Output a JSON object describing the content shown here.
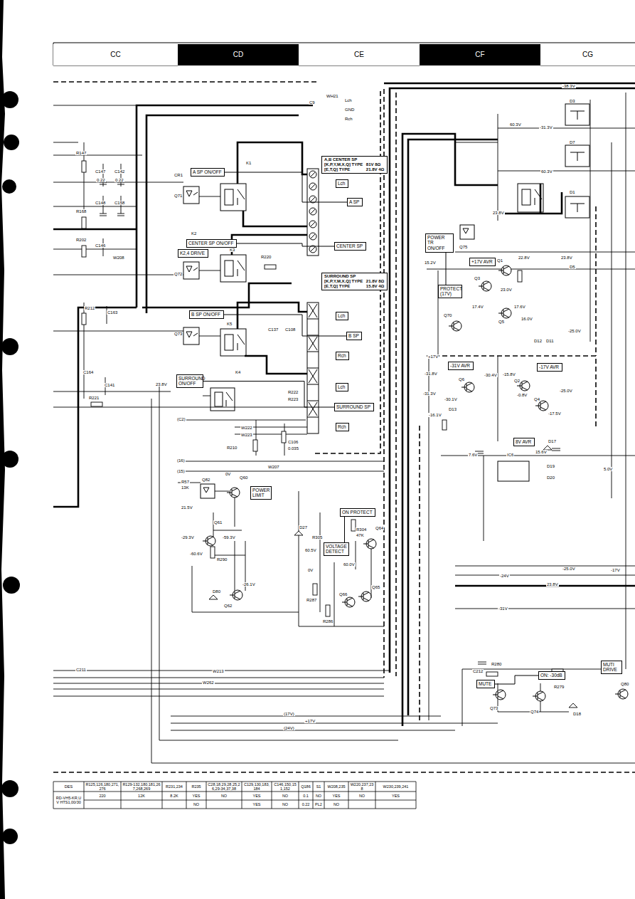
{
  "diagram": {
    "nodes": [
      {
        "text": [
          "CC"
        ]
      },
      {
        "text": [
          "CD"
        ]
      },
      {
        "text": [
          "CE"
        ]
      },
      {
        "text": [
          "CF"
        ]
      },
      {
        "text": [
          "CG"
        ]
      },
      {
        "text": [
          "A SP ON/OFF"
        ]
      },
      {
        "text": [
          "CENTER SP ON/OFF"
        ]
      },
      {
        "text": [
          "K2,4 DRIVE"
        ]
      },
      {
        "text": [
          "B SP ON/OFF"
        ]
      },
      {
        "text": [
          "SURROUND ON/OFF"
        ]
      },
      {
        "text": [
          "A,B CENTER SP",
          "[K,P,Y,M,X,Q] TYPE",
          "81V 8Ω",
          "[E,T,Q] TYPE",
          "21.8V 4Ω"
        ]
      },
      {
        "text": [
          "SURROUND SP",
          "[K,P,Y,M,X,Q] TYPE",
          "21.8V 8Ω",
          "[E,T,Q] TYPE",
          "15.8V 4Ω"
        ]
      },
      {
        "text": [
          "Lch"
        ]
      },
      {
        "text": [
          "A SP"
        ]
      },
      {
        "text": [
          "CENTER SP"
        ]
      },
      {
        "text": [
          "Lch"
        ]
      },
      {
        "text": [
          "B SP"
        ]
      },
      {
        "text": [
          "Rch"
        ]
      },
      {
        "text": [
          "Lch"
        ]
      },
      {
        "text": [
          "SURROUND SP"
        ]
      },
      {
        "text": [
          "Rch"
        ]
      },
      {
        "text": [
          "POWER LIMIT"
        ]
      },
      {
        "text": [
          "ON PROTECT"
        ]
      },
      {
        "text": [
          "VOLTAGE DETECT"
        ]
      },
      {
        "text": [
          "POWER TR ON/OFF"
        ]
      },
      {
        "text": [
          "PROTECT (17V)"
        ]
      },
      {
        "text": [
          "+17V AVR"
        ]
      },
      {
        "text": [
          "-31V AVR"
        ]
      },
      {
        "text": [
          "-17V AVR"
        ]
      },
      {
        "text": [
          "8V AVR"
        ]
      },
      {
        "text": [
          "MUTE"
        ]
      },
      {
        "text": [
          "ON: -30dB"
        ]
      },
      {
        "text": [
          "MUTI DRIVE"
        ]
      }
    ],
    "edges": [
      {
        "from": 5,
        "to": 13,
        "arrow": "none"
      },
      {
        "from": 6,
        "to": 14,
        "arrow": "none"
      },
      {
        "from": 8,
        "to": 16,
        "arrow": "none"
      },
      {
        "from": 9,
        "to": 19,
        "arrow": "none"
      },
      {
        "from": 23,
        "to": 22,
        "arrow": "none"
      },
      {
        "from": 24,
        "to": 25,
        "arrow": "none"
      },
      {
        "from": 30,
        "to": 31,
        "arrow": "none"
      }
    ],
    "labels": [
      "WH21",
      "Lch",
      "GND",
      "Rch",
      "C9",
      "R147",
      "C147",
      "C142",
      "0.22",
      "0.22",
      "R168",
      "C148",
      "C158",
      "R202",
      "C146",
      "W208",
      "R212",
      "C163",
      "C164",
      "C141",
      "R221",
      "CR1",
      "K1",
      "Q71",
      "K2",
      "Q72",
      "K3",
      "Q73",
      "K5",
      "K4",
      "23.8V",
      "R220",
      "C137",
      "C108",
      "R222",
      "R223",
      "W222",
      "W223",
      "R210",
      "C106",
      "0.035",
      "W207",
      "(C2)",
      "(16)",
      "(15)",
      "0V",
      "R57",
      "13K",
      "Q82",
      "Q60",
      "21.5V",
      "Q61",
      "-29.3V",
      "-59.3V",
      "-60.6V",
      "R290",
      "-26.1V",
      "D80",
      "Q62",
      "D27",
      "R305",
      "60.5V",
      "60.0V",
      "R304",
      "47K",
      "Q64",
      "0V",
      "Q65",
      "Q66",
      "R287",
      "R286",
      "C211",
      "W213",
      "W262",
      "(17V)",
      "+17V",
      "(24V)",
      "-38.3V",
      "D3",
      "-31.3V",
      "60.3V",
      "60.3V",
      "D7",
      "23.8V",
      "D1",
      "Q75",
      "15.2V",
      "Q1",
      "22.8V",
      "Q3",
      "23.0V",
      "17.4V",
      "17.6V",
      "Q5",
      "Q70",
      "16.0V",
      "23.8V",
      "D5",
      "-25.0V",
      "D12",
      "D11",
      "+17V",
      "-31.8V",
      "-30.4V",
      "Q6",
      "-31.3V",
      "-30.1V",
      "-16.1V",
      "Q2",
      "-15.8V",
      "-0.8V",
      "Q4",
      "-17.5V",
      "-25.0V",
      "D13",
      "7.6V",
      "IC6",
      "15.6V",
      "D17",
      "D19",
      "D20",
      "5.0V",
      "-25.0V",
      "23.8V",
      "-24V",
      "-31V",
      "-17V",
      "C212",
      "R280",
      "Q73",
      "Q74",
      "R279",
      "Q80",
      "D18",
      "DES",
      "R125,126,180,271,276",
      "R129-132,180,181,267,268,269",
      "R231,234",
      "R235",
      "C28,18,29,28,25,26,29-34,37,38",
      "C129,130,183,184",
      "C146,150,151,152",
      "Q186",
      "S1",
      "W208,235",
      "W220,237,238",
      "W230,239,241",
      "RD-VH5-KR,UV HTS1,00/30",
      "220",
      "12K",
      "8.2K",
      "YES",
      "NO",
      "YES",
      "NO",
      "0.1",
      "NO",
      "YES",
      "NO",
      "YES",
      "NO",
      "YES",
      "NO",
      "0.22",
      "PL2",
      "NO"
    ]
  }
}
